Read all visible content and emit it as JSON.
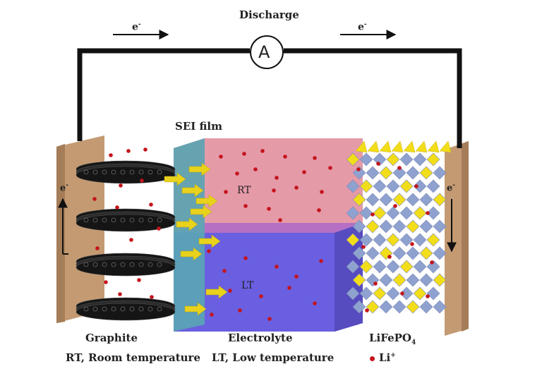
{
  "discharge_label": "Discharge",
  "electron_label": "e",
  "electron_sup": "-",
  "ammeter_label": "A",
  "sei_label": "SEI film",
  "rt_zone_label": "RT",
  "lt_zone_label": "LT",
  "graphite_label": "Graphite",
  "electrolyte_label": "Electrolyte",
  "lifepo4_label": "LiFePO",
  "lifepo4_sub": "4",
  "rt_legend": "RT, Room temperature",
  "lt_legend": "LT, Low temperature",
  "li_legend": "Li",
  "li_legend_sup": "+",
  "colors": {
    "wire": "#111111",
    "collector": "#d4ab84",
    "sei": "#5aa6b4",
    "rt_electrolyte": "#e59aa8",
    "lt_electrolyte": "#6a5fe0",
    "li_ion": "#c4141c",
    "arrow": "#e8d21c",
    "octahedron_blue": "#8fa2cf",
    "octahedron_yellow": "#f2dd1a"
  }
}
